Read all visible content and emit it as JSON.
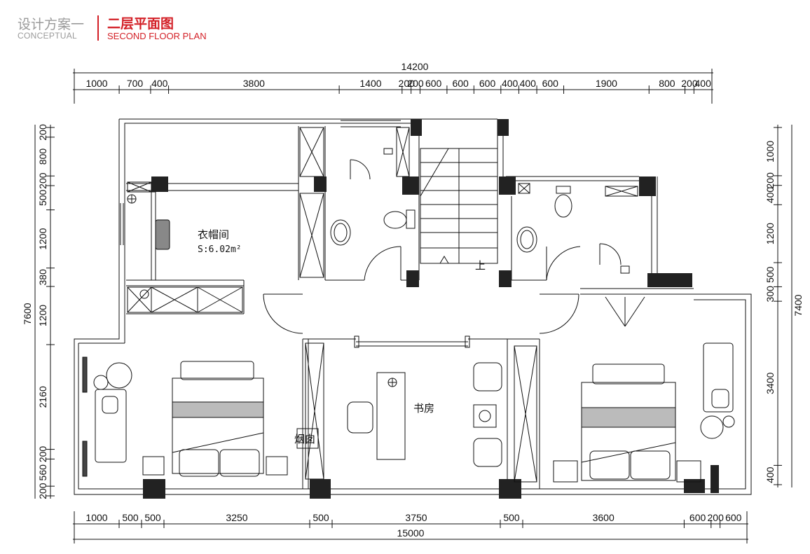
{
  "header": {
    "title_cn": "设计方案一",
    "title_en": "CONCEPTUAL",
    "subtitle_cn": "二层平面图",
    "subtitle_en": "SECOND FLOOR PLAN"
  },
  "top_dims": {
    "total": "14200",
    "segments": [
      "1000",
      "700",
      "400",
      "3800",
      "1400",
      "200",
      "200",
      "600",
      "600",
      "600",
      "400",
      "400",
      "600",
      "1900",
      "800",
      "200",
      "400"
    ]
  },
  "bottom_dims": {
    "total": "15000",
    "segments": [
      "1000",
      "500",
      "500",
      "3250",
      "500",
      "3750",
      "500",
      "3600",
      "600",
      "200",
      "600"
    ]
  },
  "left_dims": {
    "total": "7600",
    "segments": [
      "200",
      "800",
      "200",
      "500",
      "1200",
      "380",
      "1200",
      "2160",
      "200",
      "560",
      "200"
    ]
  },
  "right_dims": {
    "total": "7400",
    "segments": [
      "1000",
      "200",
      "400",
      "1200",
      "500",
      "300",
      "3400",
      "400"
    ]
  },
  "rooms": {
    "cloakroom": "衣帽间",
    "cloakroom_area": "S:6.02m²",
    "study": "书房",
    "stairs_up": "上",
    "chimney": "烟囱"
  }
}
